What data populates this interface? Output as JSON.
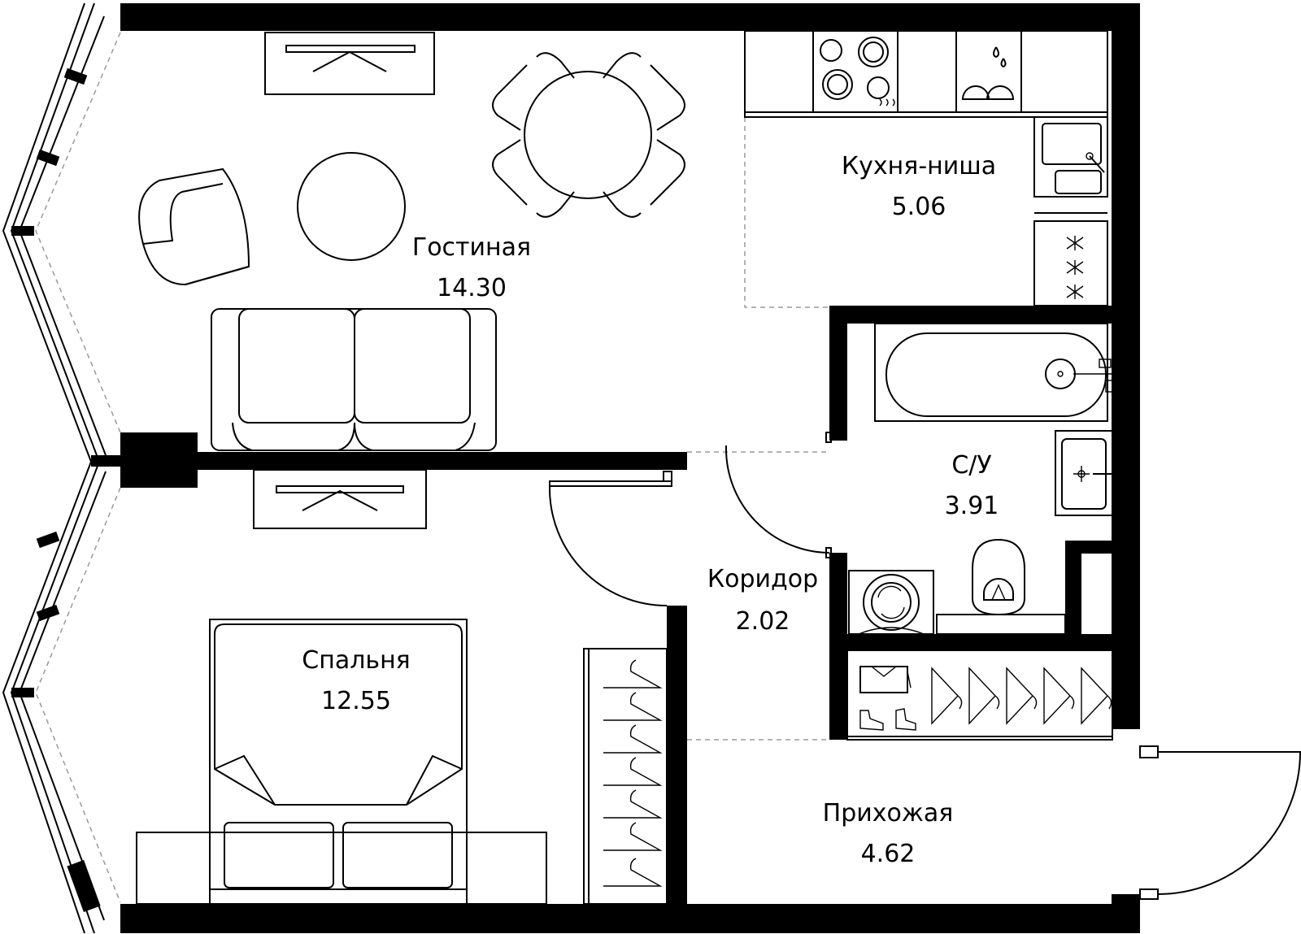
{
  "rooms": [
    {
      "id": "living",
      "name": "Гостиная",
      "area": "14.30"
    },
    {
      "id": "kitchen",
      "name": "Кухня-ниша",
      "area": "5.06"
    },
    {
      "id": "bathroom",
      "name": "С/У",
      "area": "3.91"
    },
    {
      "id": "corridor",
      "name": "Коридор",
      "area": "2.02"
    },
    {
      "id": "bedroom",
      "name": "Спальня",
      "area": "12.55"
    },
    {
      "id": "hallway",
      "name": "Прихожая",
      "area": "4.62"
    }
  ],
  "icons": [
    "armchair-icon",
    "coffee-table-icon",
    "dining-table-icon",
    "chair-icon",
    "sofa-icon",
    "tv-stand-icon",
    "stove-icon",
    "dishwasher-icon",
    "sink-icon",
    "bathtub-icon",
    "washbasin-icon",
    "toilet-icon",
    "washing-machine-icon",
    "wardrobe-icon",
    "hanger-icon",
    "shoes-icon",
    "bed-icon",
    "door-swing-icon"
  ]
}
